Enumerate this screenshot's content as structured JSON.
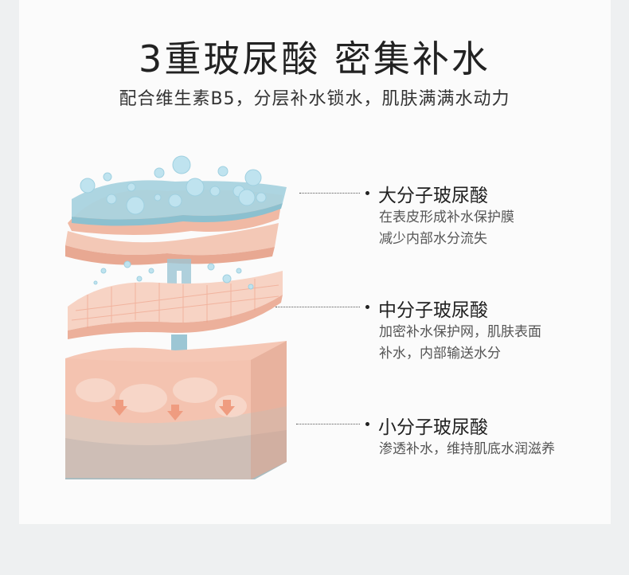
{
  "header": {
    "title": "3重玻尿酸  密集补水",
    "subtitle": "配合维生素B5，分层补水锁水，肌肤满满水动力"
  },
  "labels": [
    {
      "title": "大分子玻尿酸",
      "desc": [
        "在表皮形成补水保护膜",
        "减少内部水分流失"
      ]
    },
    {
      "title": "中分子玻尿酸",
      "desc": [
        "加密补水保护网，肌肤表面",
        "补水，内部输送水分"
      ]
    },
    {
      "title": "小分子玻尿酸",
      "desc": [
        "渗透补水，维持肌底水润滋养"
      ]
    }
  ],
  "colors": {
    "film_blue": "#a9d3df",
    "skin_pink": "#f5c7b5",
    "bubble": "#bfe3ef",
    "arrow": "#9cc6d4",
    "deep_layer": "#a8bcc0"
  }
}
